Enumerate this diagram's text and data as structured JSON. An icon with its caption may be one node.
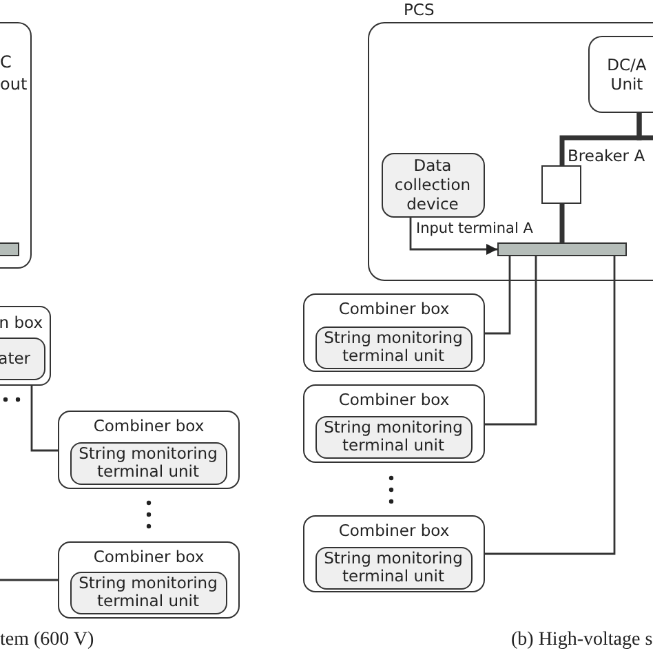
{
  "diagram": {
    "nodes": [
      {
        "text": [
          "C out"
        ]
      },
      {
        "text": [],
        "shape": "bar",
        "in": 0
      },
      {
        "text": [
          "n box"
        ]
      },
      {
        "text": [
          "ater"
        ],
        "in": 2
      },
      {
        "text": [
          "Combiner box"
        ]
      },
      {
        "text": [
          "String monitoring terminal unit"
        ],
        "in": 4
      },
      {
        "text": [
          "Combiner box"
        ]
      },
      {
        "text": [
          "String monitoring terminal unit"
        ],
        "in": 6
      },
      {
        "text": [
          "PCS"
        ]
      },
      {
        "text": [
          "DC/A Unit"
        ],
        "in": 8
      },
      {
        "text": [],
        "shape": "box",
        "in": 8,
        "beside": [
          "Breaker A"
        ]
      },
      {
        "text": [
          "Data collection device"
        ],
        "in": 8
      },
      {
        "text": [],
        "shape": "bar",
        "in": 8,
        "beside": [
          "Input terminal A"
        ]
      },
      {
        "text": [
          "Combiner box"
        ]
      },
      {
        "text": [
          "String monitoring terminal unit"
        ],
        "in": 13
      },
      {
        "text": [
          "Combiner box"
        ]
      },
      {
        "text": [
          "String monitoring terminal unit"
        ],
        "in": 15
      },
      {
        "text": [
          "Combiner box"
        ]
      },
      {
        "text": [
          "String monitoring terminal unit"
        ],
        "in": 17
      }
    ],
    "edges": [
      {
        "from": 2,
        "to": 4,
        "arrow": "none"
      },
      {
        "from": null,
        "to": 6,
        "arrow": "none"
      },
      {
        "from": 9,
        "to": 10,
        "arrow": "none",
        "style": "thick"
      },
      {
        "from": 9,
        "to": null,
        "arrow": "none",
        "style": "thick"
      },
      {
        "from": 10,
        "to": 12,
        "arrow": "none",
        "style": "thick"
      },
      {
        "from": 11,
        "to": 12,
        "arrow": "to"
      },
      {
        "from": 12,
        "to": 13,
        "arrow": "none"
      },
      {
        "from": 12,
        "to": 15,
        "arrow": "none"
      },
      {
        "from": 12,
        "to": 17,
        "arrow": "none"
      }
    ],
    "labels": [
      "tem (600 V)",
      "(b) High-voltage s"
    ]
  }
}
